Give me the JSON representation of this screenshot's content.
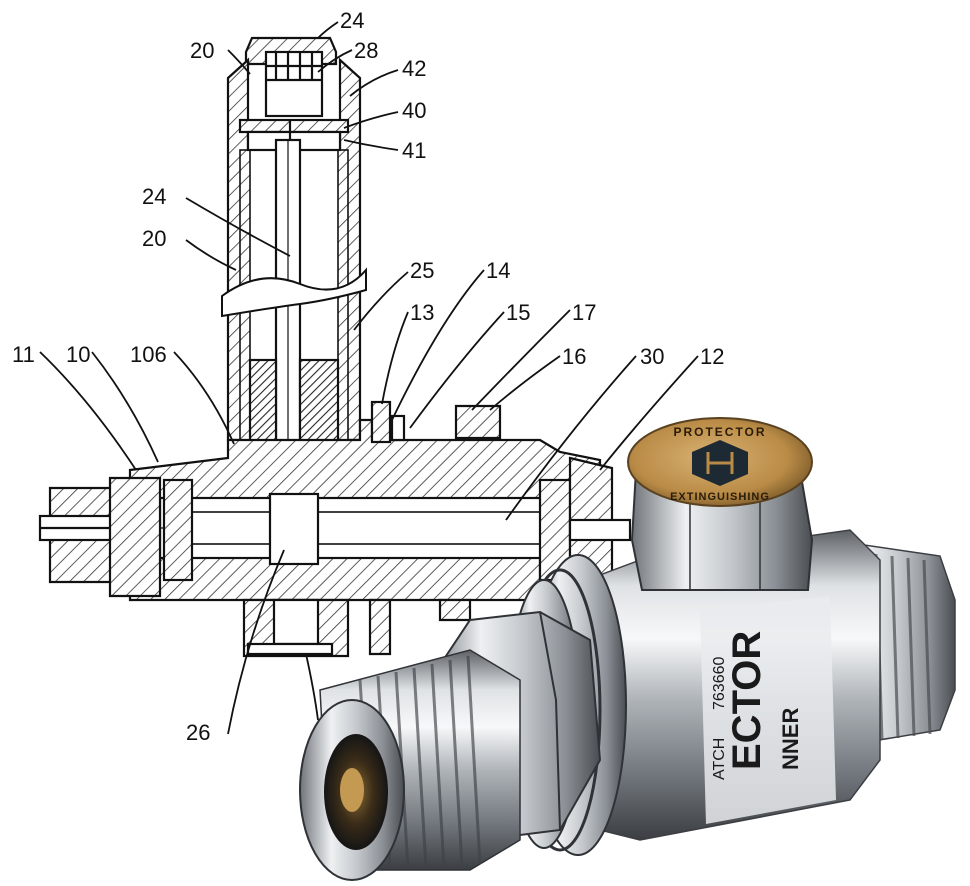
{
  "callouts": [
    "24",
    "28",
    "20",
    "42",
    "40",
    "41",
    "24",
    "20",
    "25",
    "14",
    "13",
    "15",
    "17",
    "11",
    "10",
    "106",
    "16",
    "30",
    "12",
    "26"
  ],
  "product_photo": {
    "cap_label_top": "PROTECTOR",
    "cap_label_bottom": "EXTINGUISHING",
    "body_label_main": "ECTOR",
    "body_label_small": "763660",
    "body_label_small2": "ATCH",
    "body_label_brand": "NNER"
  },
  "colors": {
    "ink": "#111111",
    "hatch": "#333333",
    "metal_light": "#e6e8ea",
    "metal_mid": "#aeb3b8",
    "metal_dark": "#5d6166",
    "cap_bronze": "#b98b46",
    "cap_dark": "#1e2a33"
  }
}
